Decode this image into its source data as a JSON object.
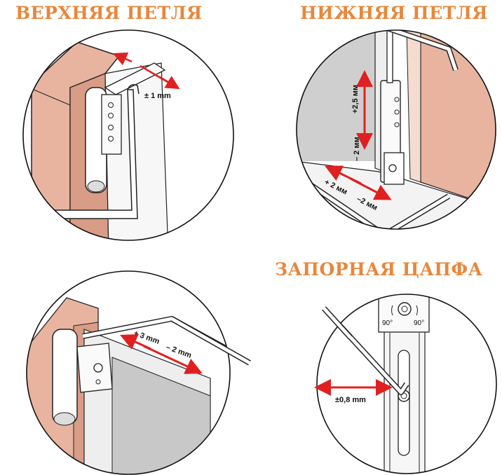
{
  "panels": {
    "top_hinge": {
      "title": "ВЕРХНЯЯ ПЕТЛЯ",
      "label": "± 1 mm"
    },
    "bottom_hinge": {
      "title": "НИЖНЯЯ ПЕТЛЯ",
      "label_up": "+2,5 мм",
      "label_down": "– 2 мм",
      "label_left": "+ 2 мм",
      "label_right": "–2 мм"
    },
    "side_hinge": {
      "label_left": "+ 3 mm",
      "label_right": "– 2 mm"
    },
    "locking_pin": {
      "title": "ЗАПОРНАЯ ЦАПФА",
      "label": "±0,8 mm",
      "angle_left": "90°",
      "angle_right": "90°"
    }
  },
  "colors": {
    "title": "#e8873d",
    "frame": "#e8b4a0",
    "arrow": "#e02020",
    "outline": "#222222",
    "glass": "#d9d9d9"
  }
}
